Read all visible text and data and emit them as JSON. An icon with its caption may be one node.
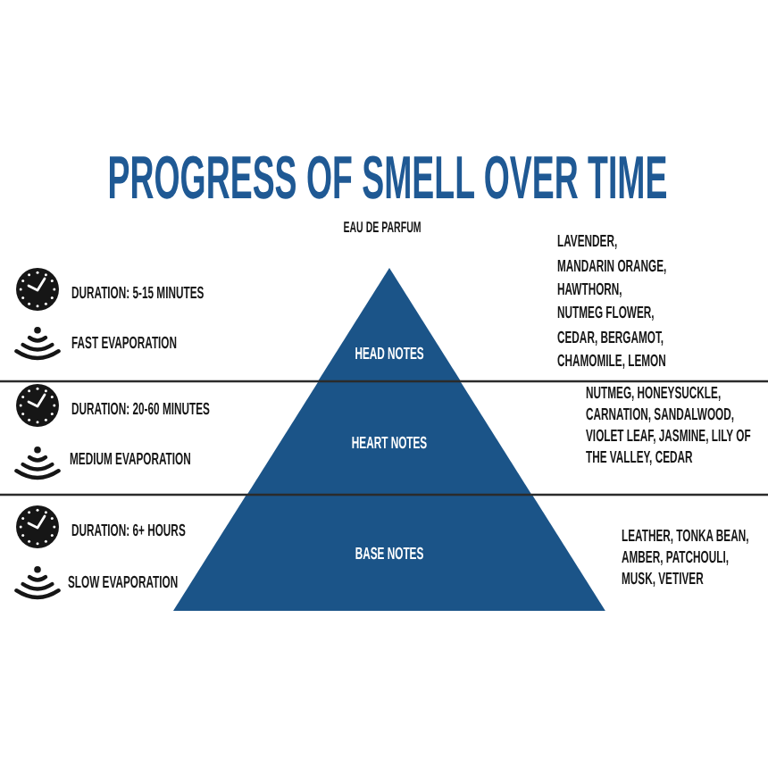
{
  "diagram": {
    "title": "PROGRESS OF SMELL OVER TIME",
    "nodes": [
      {
        "text": [
          "HEAD NOTES"
        ]
      },
      {
        "text": [
          "HEART NOTES"
        ]
      },
      {
        "text": [
          "BASE NOTES"
        ]
      }
    ],
    "labels": [
      "EAU DE PARFUM",
      "LAVENDER, MANDARIN ORANGE, HAWTHORN, NUTMEG FLOWER, CEDAR, BERGAMOT, CHAMOMILE, LEMON",
      "DURATION: 5-15 MINUTES",
      "FAST EVAPORATION",
      "DURATION: 20-60 MINUTES",
      "NUTMEG, HONEYSUCKLE, CARNATION, SANDALWOOD, VIOLET LEAF, JASMINE, LILY OF THE VALLEY, CEDAR",
      "MEDIUM EVAPORATION",
      "DURATION: 6+ HOURS",
      "LEATHER, TONKA BEAN, AMBER, PATCHOULI, MUSK, VETIVER",
      "SLOW EVAPORATION"
    ]
  }
}
